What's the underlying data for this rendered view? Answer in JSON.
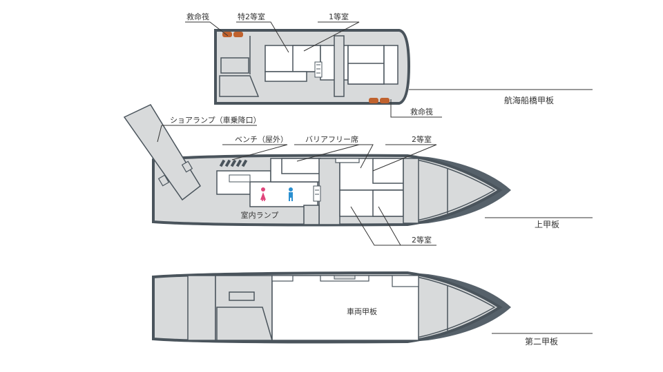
{
  "colors": {
    "outline": "#4a545c",
    "hull_dark": "#56616a",
    "floor_grey": "#d8dadb",
    "floor_white": "#ffffff",
    "leader": "#333333",
    "liferaft": "#c0622e",
    "restroom_women": "#e0457b",
    "restroom_men": "#2a8fd0"
  },
  "decks": {
    "bridge": "航海船橋甲板",
    "upper": "上甲板",
    "second": "第二甲板"
  },
  "callouts": {
    "liferaft_top": "救命筏",
    "special_second_class": "特2等室",
    "first_class": "1等室",
    "liferaft_bottom": "救命筏",
    "shore_ramp": "ショアランプ（車乗降口）",
    "bench_outdoor": "ベンチ（屋外）",
    "barrier_free_seats": "バリアフリー席",
    "second_class_upper": "2等室",
    "second_class_lower": "2等室",
    "interior_ramp": "室内ランプ",
    "vehicle_deck": "車両甲板"
  },
  "icons": {
    "restroom_women": "woman-restroom-icon",
    "restroom_men": "man-restroom-icon",
    "liferaft": "liferaft-icon"
  }
}
